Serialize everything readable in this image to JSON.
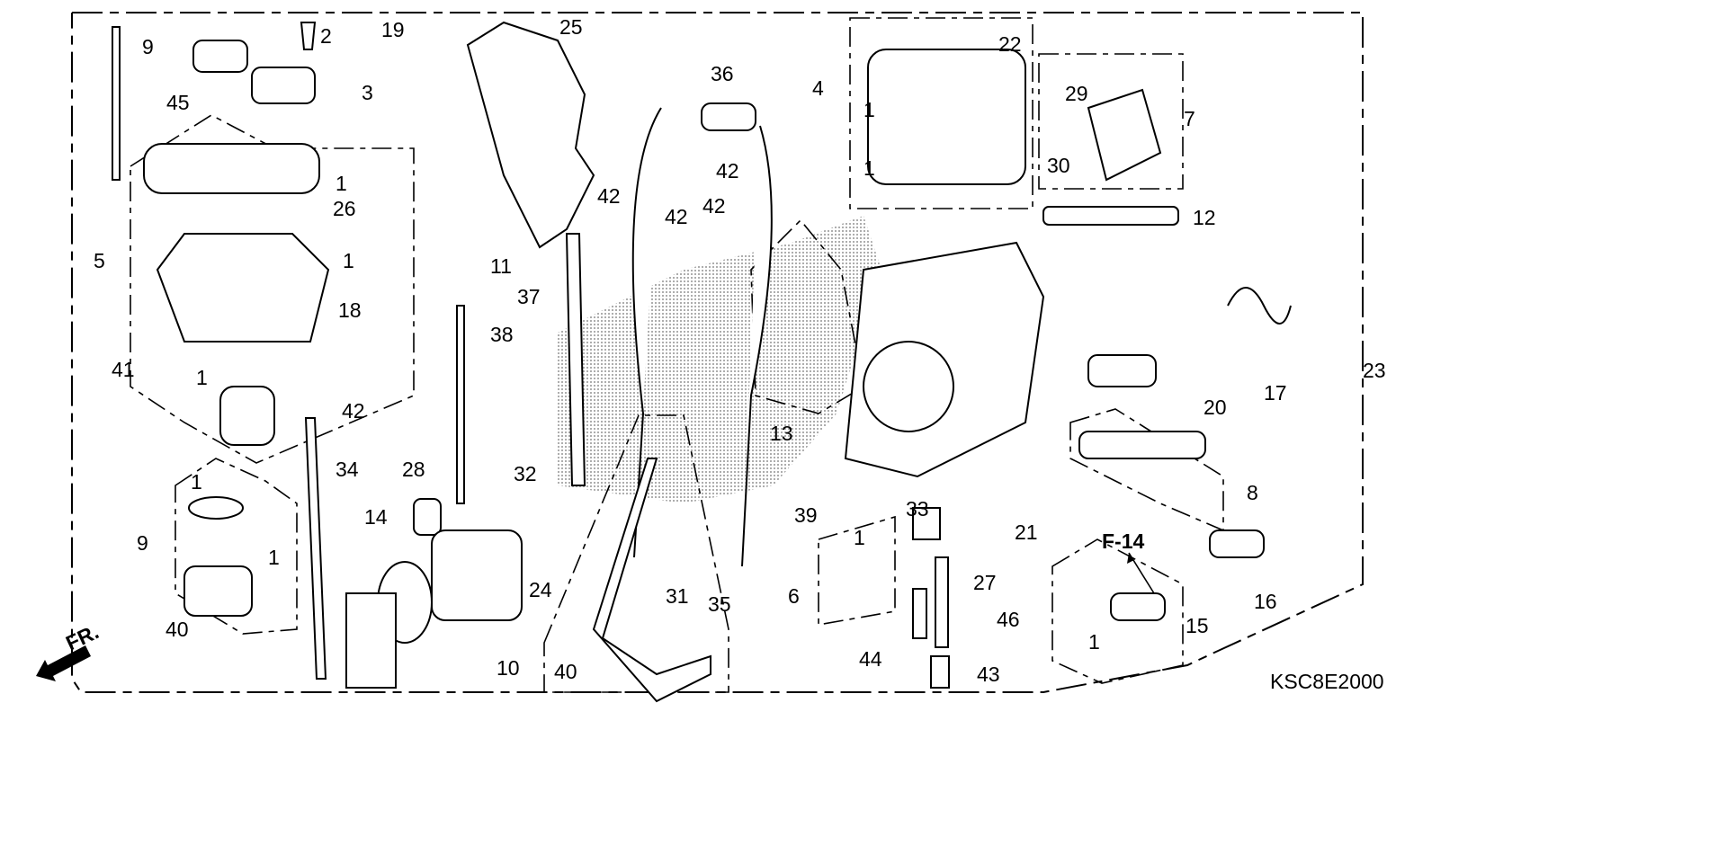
{
  "diagram": {
    "code": "KSC8E2000",
    "reference": "F-14",
    "direction_label": "FR.",
    "callouts": [
      "9",
      "2",
      "19",
      "25",
      "3",
      "45",
      "36",
      "22",
      "4",
      "1",
      "29",
      "7",
      "30",
      "1",
      "26",
      "42",
      "42",
      "42",
      "42",
      "1",
      "12",
      "5",
      "1",
      "11",
      "37",
      "18",
      "38",
      "41",
      "1",
      "13",
      "23",
      "17",
      "20",
      "42",
      "34",
      "28",
      "32",
      "8",
      "9",
      "1",
      "1",
      "14",
      "33",
      "21",
      "39",
      "16",
      "24",
      "31",
      "35",
      "6",
      "1",
      "27",
      "46",
      "15",
      "1",
      "40",
      "10",
      "40",
      "44",
      "43"
    ]
  }
}
